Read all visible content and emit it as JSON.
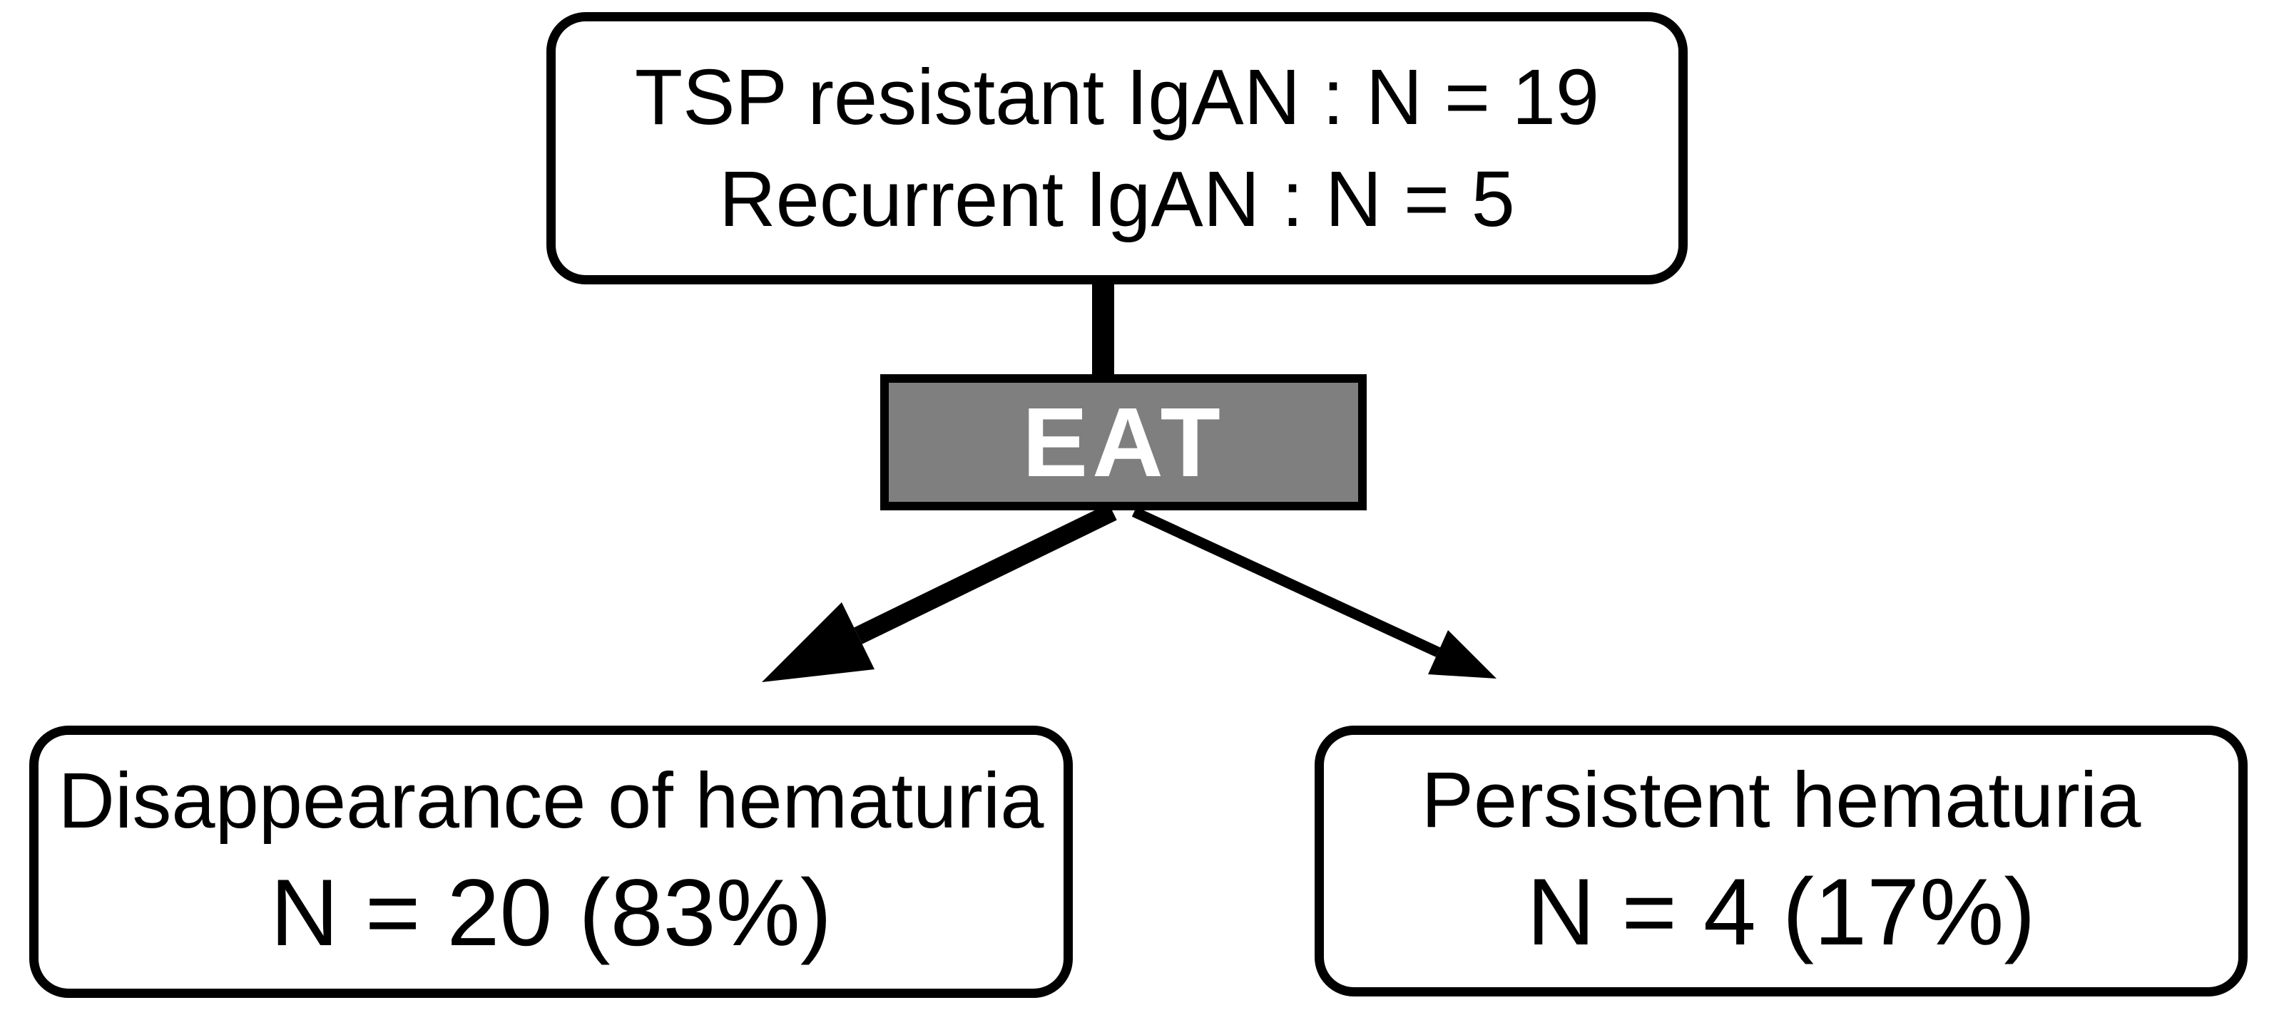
{
  "colors": {
    "background": "#ffffff",
    "box_border": "#000000",
    "text": "#000000",
    "treatment_fill": "#7f7f7f",
    "treatment_text": "#ffffff",
    "arrow": "#000000"
  },
  "nodes": {
    "source": {
      "line1": "TSP resistant IgAN : N = 19",
      "line2": "Recurrent IgAN : N = 5"
    },
    "treatment": {
      "label": "EAT"
    },
    "outcome_left": {
      "title": "Disappearance of hematuria",
      "value": "N = 20 (83%)"
    },
    "outcome_right": {
      "title": "Persistent hematuria",
      "value": "N = 4 (17%)"
    }
  }
}
